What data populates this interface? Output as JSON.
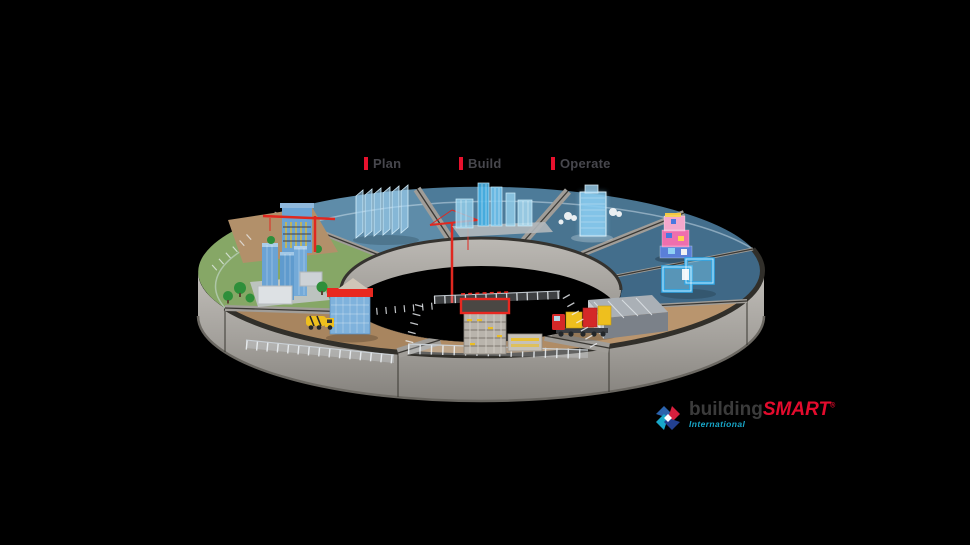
{
  "canvas": {
    "background": "#000000"
  },
  "phase_labels": {
    "marker_color": "#e8112d",
    "text_color": "#47474d",
    "items": [
      {
        "id": "plan",
        "label": "Plan"
      },
      {
        "id": "build",
        "label": "Build"
      },
      {
        "id": "operate",
        "label": "Operate"
      }
    ]
  },
  "ring": {
    "hole_color": "#000000",
    "trim_color": "#312f2a",
    "side_color": "#a8a5a0",
    "inner_wall_color": "#aaa7a2",
    "separator_color": "#a09d98",
    "segments": [
      {
        "name": "existing-city-green",
        "color": "#86a766"
      },
      {
        "name": "plan-drawings",
        "color": "#5e8ca9"
      },
      {
        "name": "build-design-models",
        "color": "#4d7b99"
      },
      {
        "name": "operate-hologram",
        "color": "#497490"
      },
      {
        "name": "analysis-model",
        "color": "#436e8c"
      },
      {
        "name": "floor-plan-model",
        "color": "#3f6886"
      },
      {
        "name": "logistics-site",
        "color": "#b9956e"
      },
      {
        "name": "construction-site-mid",
        "color": "#b08c65"
      },
      {
        "name": "construction-site-start",
        "color": "#a8855f"
      }
    ],
    "accents": {
      "crane_red": "#e02820",
      "hologram_blue": "#7ecdf4",
      "floorplan_blue": "#2fa8e8",
      "construction_red": "#e82820",
      "truck_yellow": "#eebf1e",
      "truck_red": "#d42828",
      "tree_green": "#2e8f3a",
      "glass_blue": "#6ba3d4"
    }
  },
  "logo": {
    "building": "building",
    "smart": "SMART",
    "registered": "®",
    "international": "International",
    "building_color": "#3b3b3b",
    "smart_color": "#e30b2d",
    "international_color": "#18a7c9",
    "icon_blue": "#2b63ad",
    "icon_red": "#d81f3d",
    "icon_teal": "#18a7c9",
    "icon_navy": "#223f8f"
  }
}
